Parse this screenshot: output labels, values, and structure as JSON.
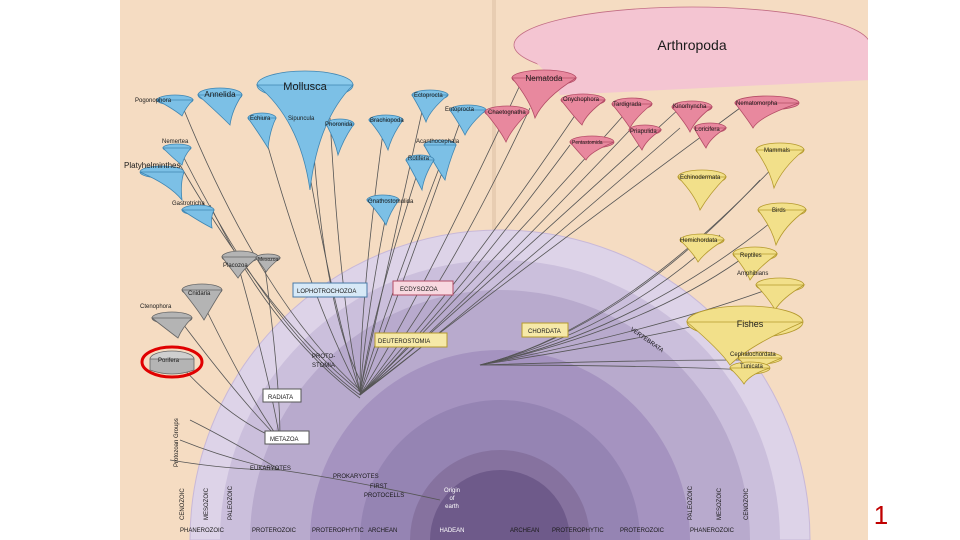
{
  "slide": {
    "page_number": "1"
  },
  "groups": {
    "arthropoda": "Arthropoda",
    "mollusca": "Mollusca",
    "nematoda": "Nematoda",
    "annelida": "Annelida",
    "pogonophora": "Pogonophora",
    "nemertea": "Nemertea",
    "platyhelminthes": "Platyhelminthes",
    "gastrotricha": "Gastrotricha",
    "echiura": "Echiura",
    "sipuncula": "Sipuncula",
    "phoronida": "Phoronida",
    "ectoprocta": "Ectoprocta",
    "entoprocta": "Entoprocta",
    "brachiopoda": "Brachiopoda",
    "chaetognatha": "Chaetognatha",
    "acanthocephala": "Acanthocephala",
    "rotifera": "Rotifera",
    "gnathostomulida": "Gnathostomulida",
    "onychophora": "Onychophora",
    "tardigrada": "Tardigrada",
    "kinorhyncha": "Kinorhyncha",
    "nematomorpha": "Nematomorpha",
    "pentastomida": "Pentastomida",
    "priapulida": "Priapulida",
    "loricifera": "Loricifera",
    "mammals": "Mammals",
    "echinodermata": "Echinodermata",
    "birds": "Birds",
    "hemichordata": "Hemichordata",
    "reptiles": "Reptiles",
    "amphibians": "Amphibians",
    "fishes": "Fishes",
    "cephalochordata": "Cephalochordata",
    "tunicata": "Tunicata",
    "placozoa": "Placozoa",
    "mesozoa": "Mesozoa",
    "cnidaria": "Cnidaria",
    "ctenophora": "Ctenophora",
    "porifera": "Porifera",
    "protozoan_groups": "Protozoan Groups"
  },
  "clades": {
    "lophotrochozoa": "LOPHOTROCHOZOA",
    "ecdysozoa": "ECDYSOZOA",
    "deuterostomia": "DEUTEROSTOMIA",
    "chordata": "CHORDATA",
    "vertebrata": "VERTEBRATA",
    "protostomia_1": "PROTO-",
    "protostomia_2": "STOMIA",
    "radiata": "RADIATA",
    "metazoa": "METAZOA",
    "eukaryotes": "EUKARYOTES",
    "prokaryotes": "PROKARYOTES",
    "first_protocells_1": "FIRST",
    "first_protocells_2": "PROTOCELLS",
    "origin_1": "Origin",
    "origin_2": "of",
    "origin_3": "earth"
  },
  "eras": {
    "cenozoic": "CENOZOIC",
    "mesozoic": "MESOZOIC",
    "paleozoic": "PALEOZOIC",
    "phanerozoic": "PHANEROZOIC",
    "proterozoic": "PROTEROZOIC",
    "proterophytic": "PROTEROPHYTIC",
    "archean": "ARCHEAN",
    "hadean": "HADEAN"
  },
  "colors": {
    "paper": "#f5dcc2",
    "arthropoda_pink": "#f4c5d2",
    "mollusca_blue": "#7cc0e6",
    "chordate_yellow": "#f2e08a",
    "basal_gray": "#b4b4b4",
    "highlight_circle": "#e00000"
  }
}
